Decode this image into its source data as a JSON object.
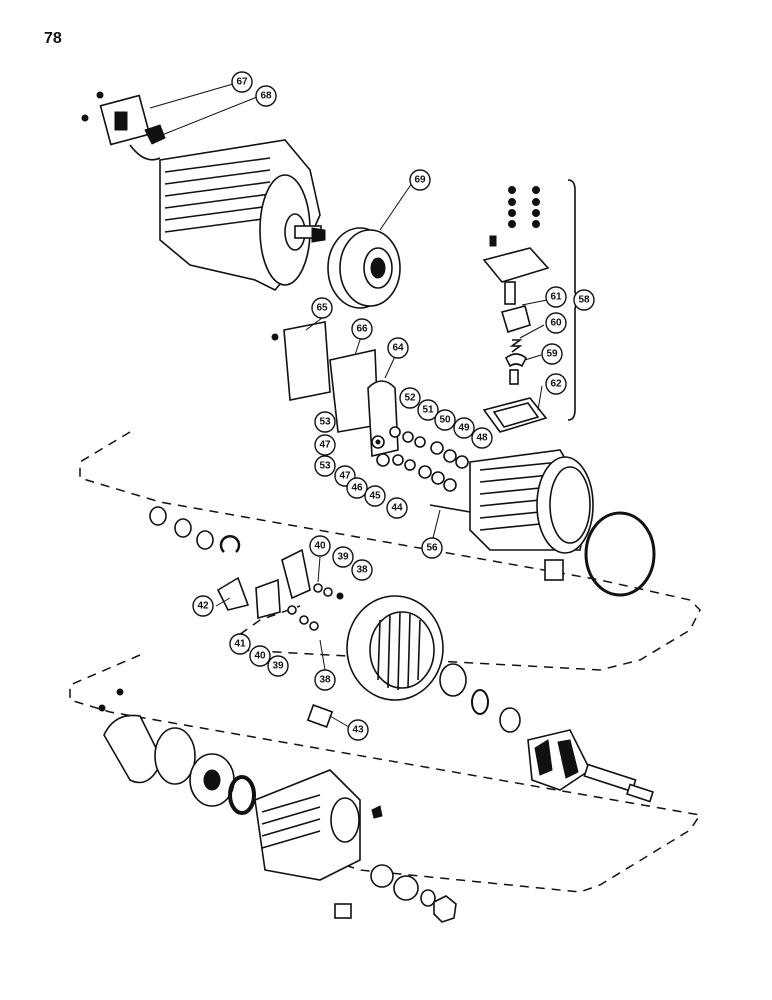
{
  "page_number": "78",
  "callouts": [
    "67",
    "68",
    "69",
    "58",
    "61",
    "60",
    "59",
    "62",
    "65",
    "66",
    "64",
    "52",
    "51",
    "50",
    "49",
    "48",
    "53",
    "47",
    "53",
    "47",
    "46",
    "45",
    "44",
    "56",
    "40",
    "39",
    "38",
    "42",
    "41",
    "40",
    "39",
    "38",
    "43"
  ]
}
